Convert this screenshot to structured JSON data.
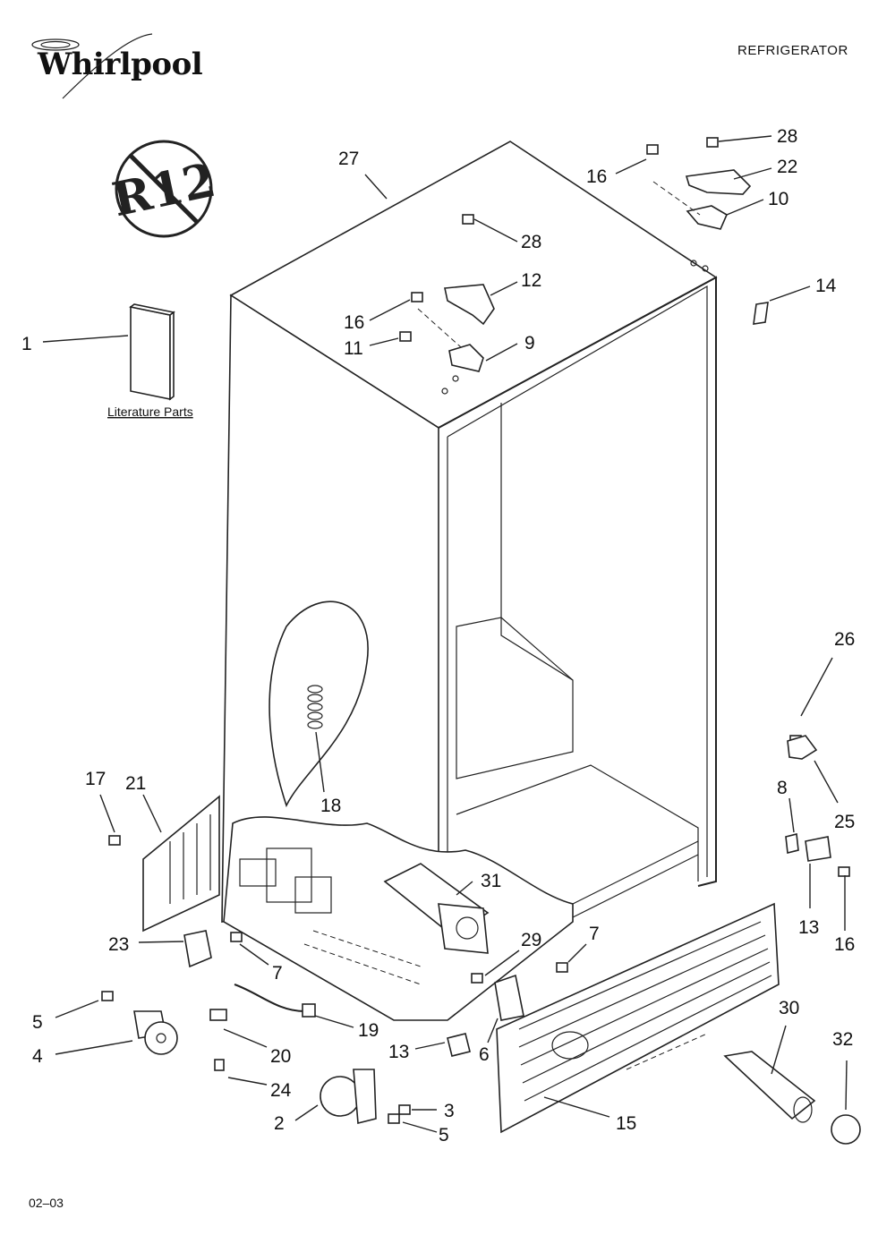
{
  "header": {
    "brand": "Whirlpool",
    "title": "REFRIGERATOR",
    "no_cfc_badge": "R12"
  },
  "footer": {
    "code": "02–03"
  },
  "literature": {
    "caption": "Literature Parts"
  },
  "callouts": [
    {
      "id": "c1",
      "label": "1"
    },
    {
      "id": "c27",
      "label": "27"
    },
    {
      "id": "c16a",
      "label": "16"
    },
    {
      "id": "c28a",
      "label": "28"
    },
    {
      "id": "c22",
      "label": "22"
    },
    {
      "id": "c10",
      "label": "10"
    },
    {
      "id": "c28b",
      "label": "28"
    },
    {
      "id": "c12",
      "label": "12"
    },
    {
      "id": "c16b",
      "label": "16"
    },
    {
      "id": "c11",
      "label": "11"
    },
    {
      "id": "c9",
      "label": "9"
    },
    {
      "id": "c14",
      "label": "14"
    },
    {
      "id": "c26",
      "label": "26"
    },
    {
      "id": "c8",
      "label": "8"
    },
    {
      "id": "c25",
      "label": "25"
    },
    {
      "id": "c13a",
      "label": "13"
    },
    {
      "id": "c16c",
      "label": "16"
    },
    {
      "id": "c18",
      "label": "18"
    },
    {
      "id": "c17",
      "label": "17"
    },
    {
      "id": "c21",
      "label": "21"
    },
    {
      "id": "c31",
      "label": "31"
    },
    {
      "id": "c29",
      "label": "29"
    },
    {
      "id": "c7a",
      "label": "7"
    },
    {
      "id": "c23",
      "label": "23"
    },
    {
      "id": "c7b",
      "label": "7"
    },
    {
      "id": "c5a",
      "label": "5"
    },
    {
      "id": "c4",
      "label": "4"
    },
    {
      "id": "c19",
      "label": "19"
    },
    {
      "id": "c20",
      "label": "20"
    },
    {
      "id": "c24",
      "label": "24"
    },
    {
      "id": "c13b",
      "label": "13"
    },
    {
      "id": "c6",
      "label": "6"
    },
    {
      "id": "c30",
      "label": "30"
    },
    {
      "id": "c32",
      "label": "32"
    },
    {
      "id": "c2",
      "label": "2"
    },
    {
      "id": "c3",
      "label": "3"
    },
    {
      "id": "c5b",
      "label": "5"
    },
    {
      "id": "c15",
      "label": "15"
    }
  ]
}
